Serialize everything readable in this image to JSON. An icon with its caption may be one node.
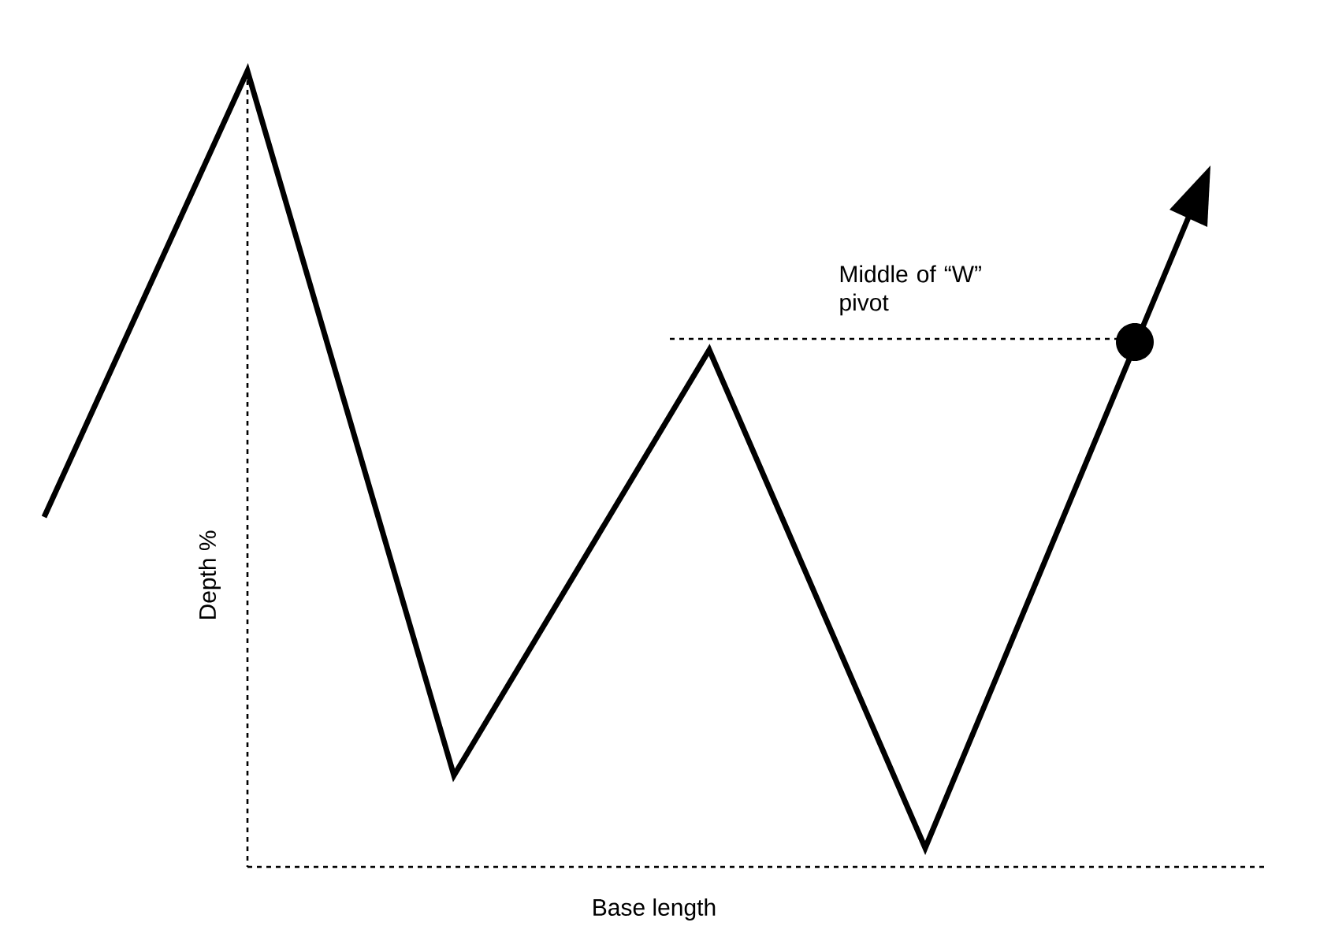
{
  "diagram": {
    "labels": [
      "Middle of “W” pivot",
      "Depth %",
      "Base length"
    ]
  }
}
